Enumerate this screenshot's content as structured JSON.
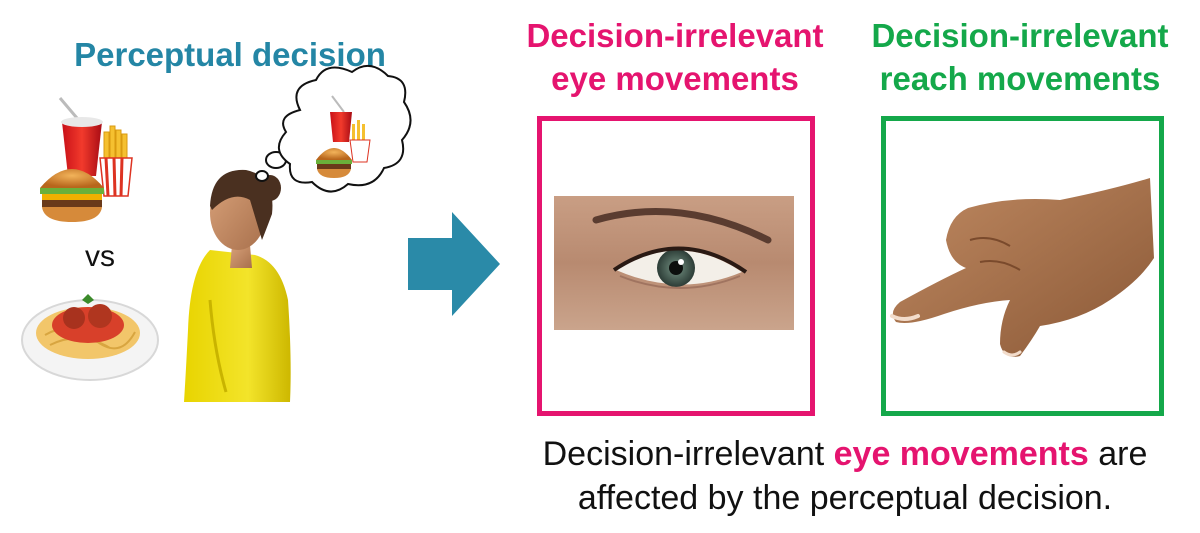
{
  "left_title": "Perceptual decision",
  "vs_label": "vs",
  "eye_title": {
    "line1": "Decision-irrelevant",
    "line2": "eye movements"
  },
  "reach_title": {
    "line1": "Decision-irrelevant",
    "line2": "reach movements"
  },
  "caption": {
    "part1": "Decision-irrelevant ",
    "highlight": "eye movements",
    "part2": " are",
    "line2": "affected by the perceptual decision."
  },
  "colors": {
    "blue": "#2486a5",
    "pink": "#e5146f",
    "green": "#14a84a",
    "arrow": "#2a8aa8"
  },
  "icons": [
    "fast-food-icon",
    "spaghetti-icon",
    "woman-figure",
    "thought-bubble-icon",
    "right-arrow-icon",
    "eye-image",
    "pointing-hand-image"
  ]
}
